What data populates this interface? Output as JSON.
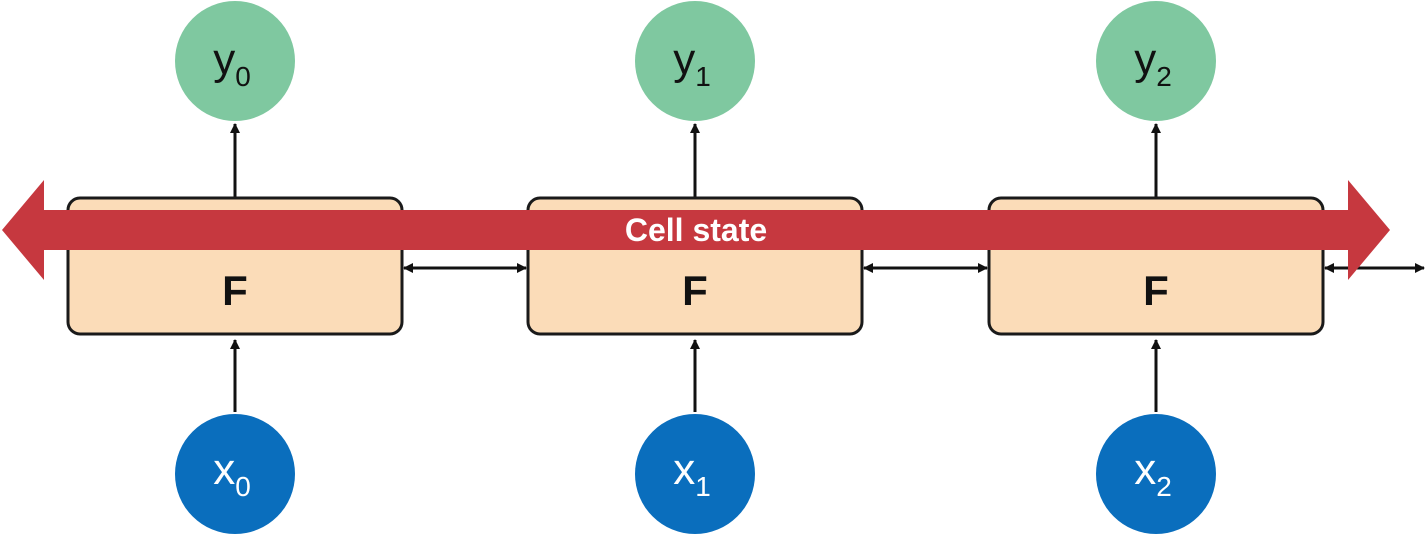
{
  "diagram": {
    "cell_state_label": "Cell state",
    "cells": [
      {
        "label": "F",
        "output_base": "y",
        "output_sub": "0",
        "input_base": "x",
        "input_sub": "0"
      },
      {
        "label": "F",
        "output_base": "y",
        "output_sub": "1",
        "input_base": "x",
        "input_sub": "1"
      },
      {
        "label": "F",
        "output_base": "y",
        "output_sub": "2",
        "input_base": "x",
        "input_sub": "2"
      }
    ],
    "colors": {
      "output_node": "#7fc8a0",
      "input_node": "#0a6ebd",
      "box_fill": "#fbdcb8",
      "box_stroke": "#1a1a1a",
      "cell_state_arrow": "#c6383f",
      "connector": "#111111"
    }
  }
}
